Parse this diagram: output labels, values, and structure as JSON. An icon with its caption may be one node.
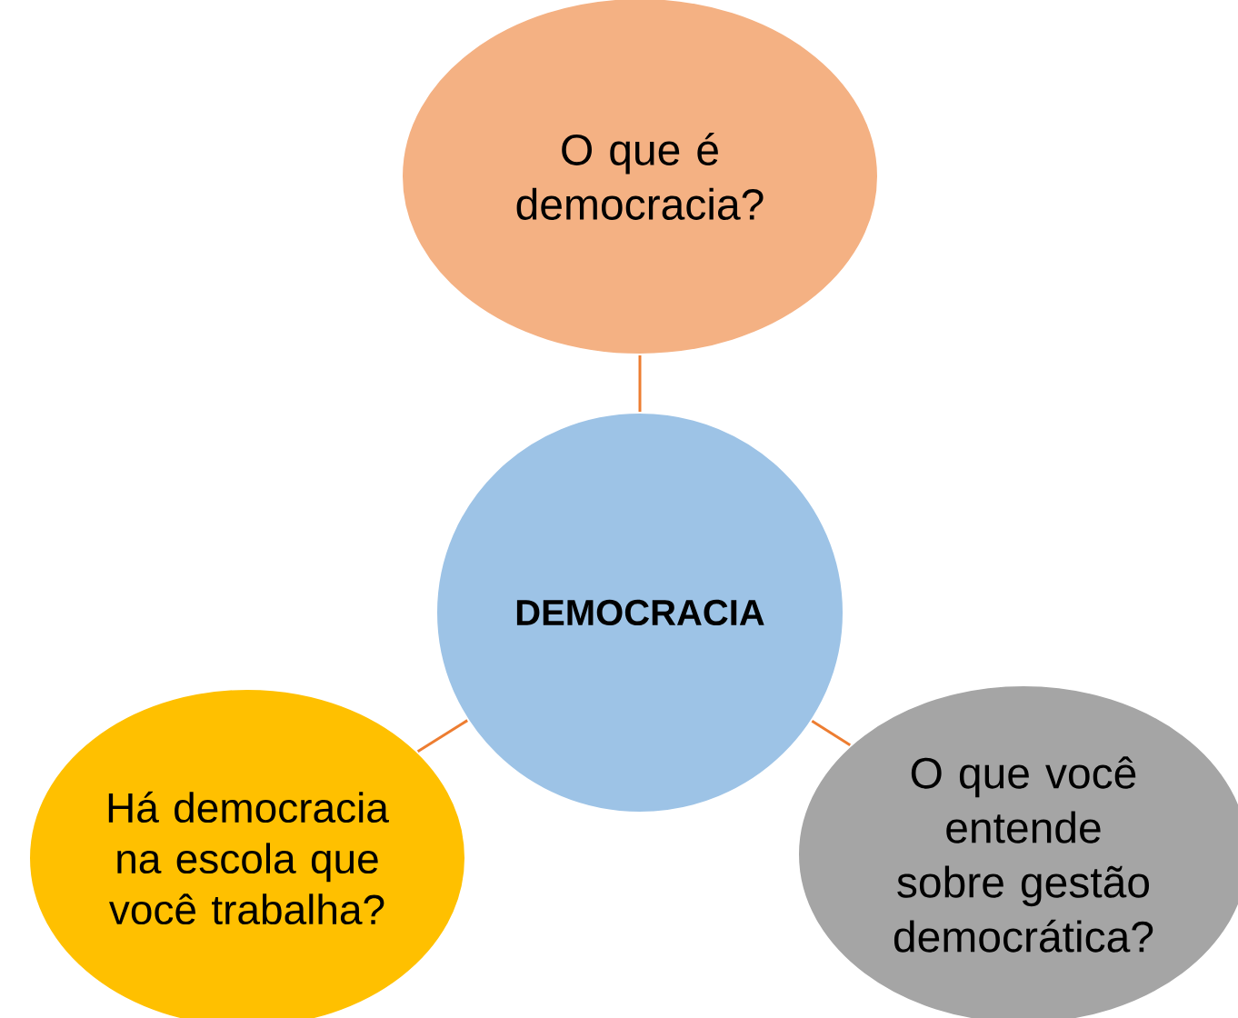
{
  "diagram": {
    "nodes": [
      {
        "text": [
          "O que é democracia?"
        ]
      },
      {
        "text": [
          "DEMOCRACIA"
        ]
      },
      {
        "text": [
          "Há democracia na escola que você trabalha?"
        ]
      },
      {
        "text": [
          "O que você entende sobre gestão democrática?"
        ]
      }
    ],
    "edges": [
      {
        "from": 1,
        "to": 0,
        "arrow": "none"
      },
      {
        "from": 1,
        "to": 2,
        "arrow": "none"
      },
      {
        "from": 1,
        "to": 3,
        "arrow": "none"
      }
    ]
  }
}
